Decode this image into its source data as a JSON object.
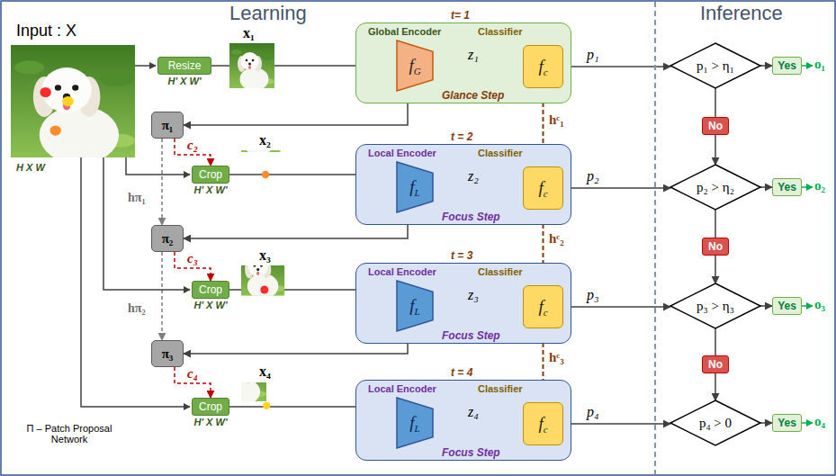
{
  "diagram": {
    "nodes": [
      {
        "text": [
          "Resize",
          "H' X W'"
        ]
      },
      {
        "text": [
          "t= 1",
          "Global Encoder",
          "Classifier",
          "Glance Step"
        ]
      },
      {
        "text": [
          "f",
          "G"
        ],
        "in": 1
      },
      {
        "text": [
          "f",
          "c"
        ],
        "in": 1
      },
      {
        "text": [
          "π₁"
        ]
      },
      {
        "text": [
          "Crop",
          "H' X W'"
        ]
      },
      {
        "text": [
          "t = 2",
          "Local Encoder",
          "Classifier",
          "Focus Step"
        ]
      },
      {
        "text": [
          "f",
          "L"
        ],
        "in": 6
      },
      {
        "text": [
          "f",
          "c"
        ],
        "in": 6
      },
      {
        "text": [
          "π₂"
        ]
      },
      {
        "text": [
          "Crop",
          "H' X W'"
        ]
      },
      {
        "text": [
          "t = 3",
          "Local Encoder",
          "Classifier",
          "Focus Step"
        ]
      },
      {
        "text": [
          "f",
          "L"
        ],
        "in": 11
      },
      {
        "text": [
          "f",
          "c"
        ],
        "in": 11
      },
      {
        "text": [
          "π₃"
        ]
      },
      {
        "text": [
          "Crop",
          "H' X W'"
        ]
      },
      {
        "text": [
          "t = 4",
          "Local Encoder",
          "Classifier",
          "Focus Step"
        ]
      },
      {
        "text": [
          "f",
          "L"
        ],
        "in": 16
      },
      {
        "text": [
          "f",
          "c"
        ],
        "in": 16
      },
      {
        "text": [
          "p₁ > η₁"
        ]
      },
      {
        "text": [
          "Yes"
        ]
      },
      {
        "text": [
          "No"
        ]
      },
      {
        "text": [
          "p₂ > η₂"
        ]
      },
      {
        "text": [
          "Yes"
        ]
      },
      {
        "text": [
          "No"
        ]
      },
      {
        "text": [
          "p₃ > η₃"
        ]
      },
      {
        "text": [
          "Yes"
        ]
      },
      {
        "text": [
          "No"
        ]
      },
      {
        "text": [
          "p₄ > 0"
        ]
      },
      {
        "text": [
          "Yes"
        ]
      }
    ],
    "edges": [
      {
        "from": 0,
        "to": 2,
        "arrow": "to"
      },
      {
        "from": 2,
        "to": 3,
        "arrow": "to",
        "label": "z₁"
      },
      {
        "from": 3,
        "to": 19,
        "arrow": "to",
        "label": "p₁"
      },
      {
        "from": 2,
        "to": 4,
        "arrow": "to"
      },
      {
        "from": 4,
        "to": 5,
        "arrow": "to",
        "label": "c₂"
      },
      {
        "from": 4,
        "to": 9,
        "arrow": "to",
        "label": "hπ₁"
      },
      {
        "from": 3,
        "to": 8,
        "arrow": "to",
        "label": "hᶜ₁"
      },
      {
        "from": 5,
        "to": 7,
        "arrow": "to"
      },
      {
        "from": 7,
        "to": 8,
        "arrow": "to",
        "label": "z₂"
      },
      {
        "from": 8,
        "to": 22,
        "arrow": "to",
        "label": "p₂"
      },
      {
        "from": 7,
        "to": 9,
        "arrow": "to"
      },
      {
        "from": 9,
        "to": 10,
        "arrow": "to",
        "label": "c₃"
      },
      {
        "from": 9,
        "to": 14,
        "arrow": "to",
        "label": "hπ₂"
      },
      {
        "from": 8,
        "to": 13,
        "arrow": "to",
        "label": "hᶜ₂"
      },
      {
        "from": 10,
        "to": 12,
        "arrow": "to"
      },
      {
        "from": 12,
        "to": 13,
        "arrow": "to",
        "label": "z₃"
      },
      {
        "from": 13,
        "to": 25,
        "arrow": "to",
        "label": "p₃"
      },
      {
        "from": 12,
        "to": 14,
        "arrow": "to"
      },
      {
        "from": 14,
        "to": 15,
        "arrow": "to",
        "label": "c₄"
      },
      {
        "from": 13,
        "to": 18,
        "arrow": "to",
        "label": "hᶜ₃"
      },
      {
        "from": 15,
        "to": 17,
        "arrow": "to"
      },
      {
        "from": 17,
        "to": 18,
        "arrow": "to",
        "label": "z₄"
      },
      {
        "from": 18,
        "to": 28,
        "arrow": "to",
        "label": "p₄"
      },
      {
        "from": 19,
        "to": 20,
        "arrow": "to"
      },
      {
        "from": 19,
        "to": 21,
        "arrow": "none"
      },
      {
        "from": 21,
        "to": 22,
        "arrow": "to"
      },
      {
        "from": 22,
        "to": 23,
        "arrow": "to"
      },
      {
        "from": 22,
        "to": 24,
        "arrow": "none"
      },
      {
        "from": 24,
        "to": 25,
        "arrow": "to"
      },
      {
        "from": 25,
        "to": 26,
        "arrow": "to"
      },
      {
        "from": 25,
        "to": 27,
        "arrow": "none"
      },
      {
        "from": 27,
        "to": 28,
        "arrow": "to"
      },
      {
        "from": 28,
        "to": 29,
        "arrow": "to"
      }
    ],
    "labels": [
      "Learning",
      "Inference",
      "Input : X",
      "H X W",
      "x₁",
      "x₂",
      "x₃",
      "x₄",
      "o₁",
      "o₂",
      "o₃",
      "o₄",
      "Π – Patch Proposal Network"
    ]
  }
}
